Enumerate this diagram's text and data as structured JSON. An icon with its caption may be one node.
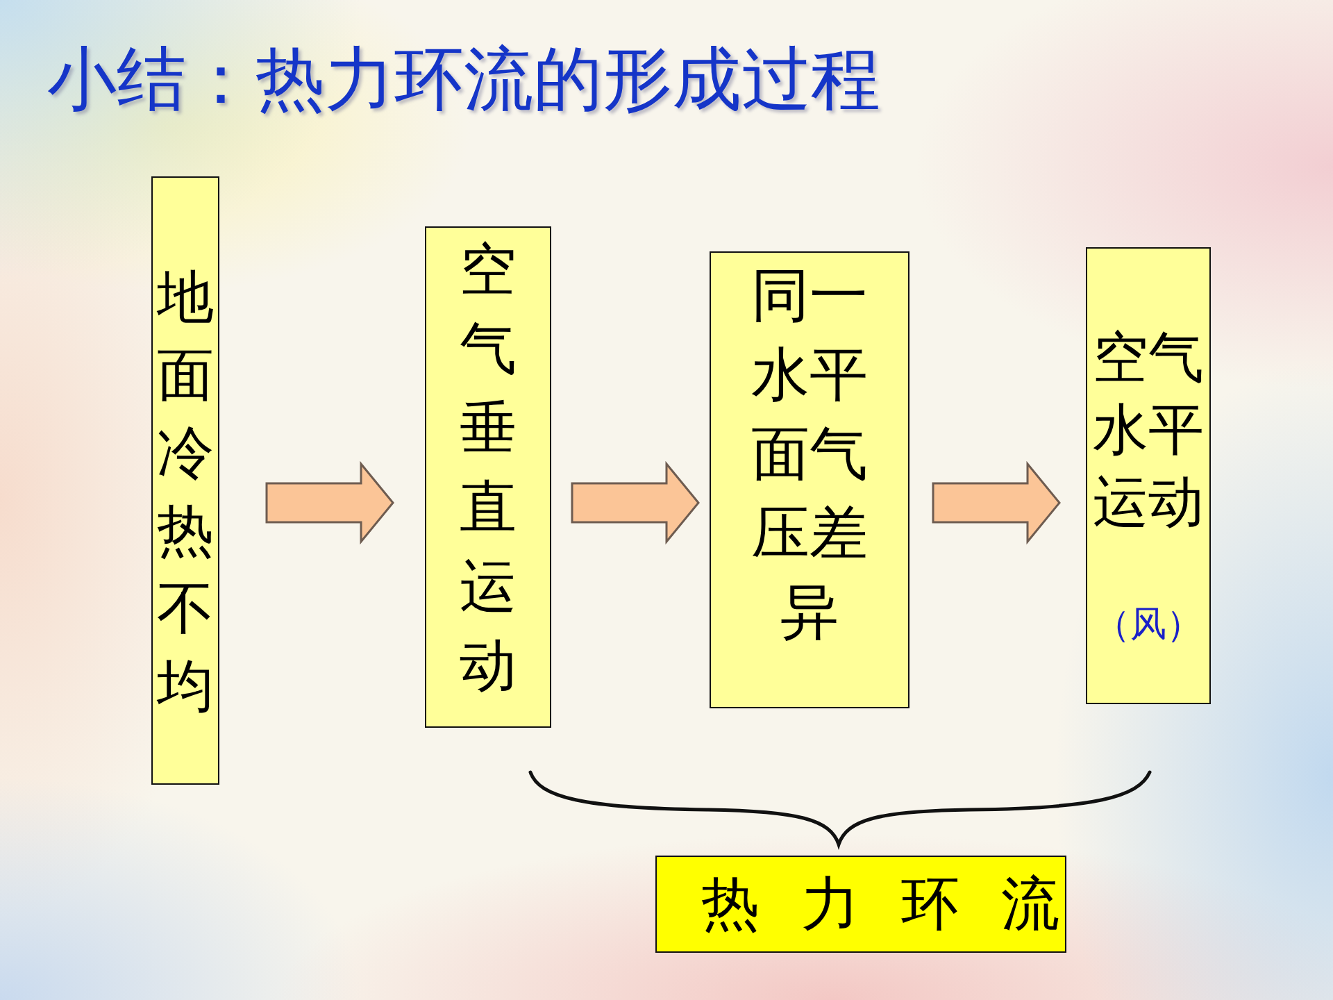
{
  "diagram": {
    "title": "小结：热力环流的形成过程",
    "nodes": [
      {
        "text": [
          "地面冷热不均"
        ]
      },
      {
        "text": [
          "空气垂直运动"
        ]
      },
      {
        "text": [
          "同一水平面气压差异"
        ]
      },
      {
        "text": [
          "空气水平运动",
          "（风）"
        ]
      },
      {
        "text": [
          "热力环流"
        ]
      }
    ],
    "edges": [
      {
        "from": 0,
        "to": 1,
        "arrow": "to"
      },
      {
        "from": 1,
        "to": 2,
        "arrow": "to"
      },
      {
        "from": 2,
        "to": 3,
        "arrow": "to"
      }
    ]
  }
}
